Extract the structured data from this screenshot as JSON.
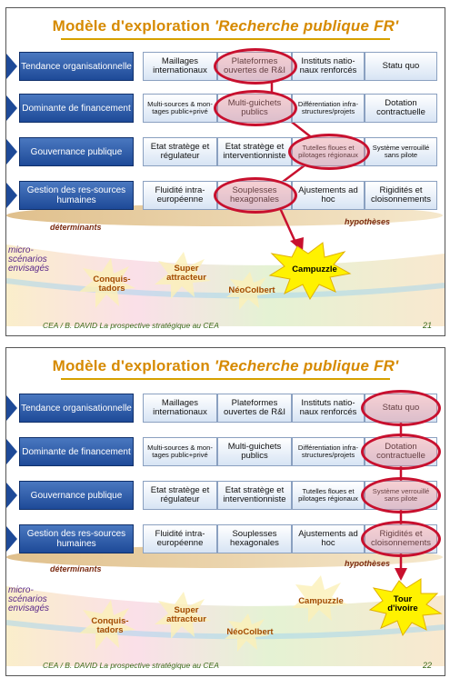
{
  "slides": [
    {
      "title_main": "Modèle d'exploration ",
      "title_italic": "'Recherche publique FR'",
      "rows": [
        {
          "label": "Tendance organisationnelle",
          "cells": [
            "Maillages internationaux",
            "Plateformes ouvertes de R&I",
            "Instituts natio-naux renforcés",
            "Statu quo"
          ]
        },
        {
          "label": "Dominante de financement",
          "cells": [
            "Multi-sources & mon-tages public+privé",
            "Multi-guichets publics",
            "Différentiation infra-structures/projets",
            "Dotation contractuelle"
          ]
        },
        {
          "label": "Gouvernance publique",
          "cells": [
            "Etat stratège et régulateur",
            "Etat stratège et interventionniste",
            "Tutelles floues et pilotages régionaux",
            "Système verrouillé sans pilote"
          ]
        },
        {
          "label": "Gestion des res-sources humaines",
          "cells": [
            "Fluidité intra-européenne",
            "Souplesses hexagonales",
            "Ajustements ad hoc",
            "Rigidités et cloisonnements"
          ]
        }
      ],
      "determinants": "déterminants",
      "hypotheses": "hypothèses",
      "micro": "micro-scénarios envisagés",
      "scenarios": [
        "Conquis-tadors",
        "Super attracteur",
        "NéoColbert"
      ],
      "star_label": "Campuzzle",
      "footer": "CEA / B. DAVID    La prospective stratégique au CEA",
      "page": "21"
    },
    {
      "title_main": "Modèle d'exploration ",
      "title_italic": "'Recherche publique FR'",
      "rows": [
        {
          "label": "Tendance organisationnelle",
          "cells": [
            "Maillages internationaux",
            "Plateformes ouvertes de R&I",
            "Instituts natio-naux renforcés",
            "Statu quo"
          ]
        },
        {
          "label": "Dominante de financement",
          "cells": [
            "Multi-sources & mon-tages public+privé",
            "Multi-guichets publics",
            "Différentiation infra-structures/projets",
            "Dotation contractuelle"
          ]
        },
        {
          "label": "Gouvernance publique",
          "cells": [
            "Etat stratège et régulateur",
            "Etat stratège et interventionniste",
            "Tutelles floues et pilotages régionaux",
            "Système verrouillé sans pilote"
          ]
        },
        {
          "label": "Gestion des res-sources humaines",
          "cells": [
            "Fluidité intra-européenne",
            "Souplesses hexagonales",
            "Ajustements ad hoc",
            "Rigidités et cloisonnements"
          ]
        }
      ],
      "determinants": "déterminants",
      "hypotheses": "hypothèses",
      "micro": "micro-scénarios envisagés",
      "scenarios": [
        "Conquis-tadors",
        "Super attracteur",
        "NéoColbert",
        "Campuzzle"
      ],
      "star_label": "Tour d'ivoire",
      "footer": "CEA / B. DAVID    La prospective stratégique au CEA",
      "page": "22"
    }
  ]
}
